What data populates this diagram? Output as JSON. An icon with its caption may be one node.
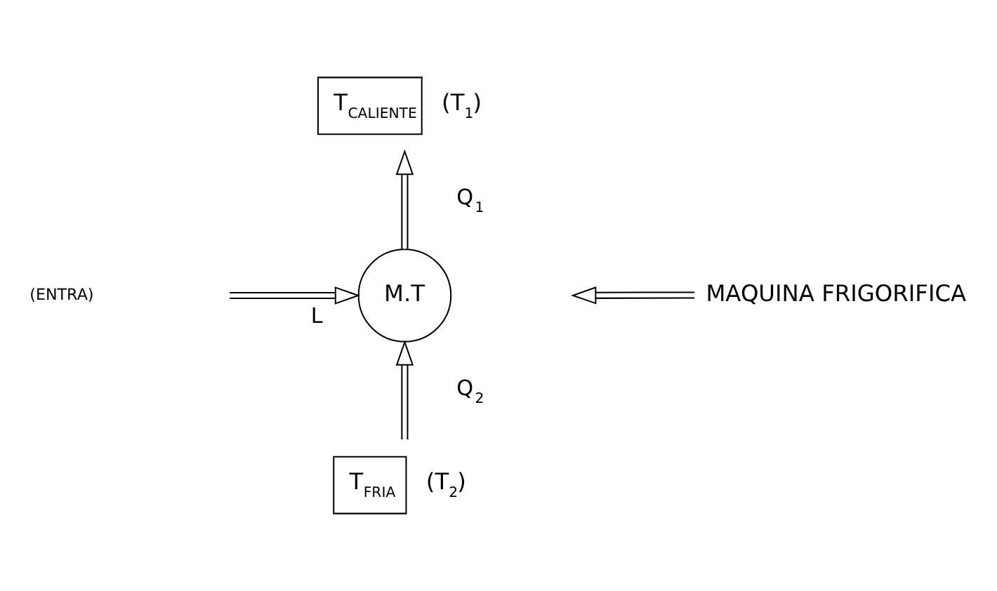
{
  "diagram": {
    "nodes": [
      {
        "text": [
          "T$_{CALIENTE}$"
        ],
        "beside": [
          "(T$_{1}$)"
        ]
      },
      {
        "text": [
          "M.T"
        ]
      },
      {
        "text": [
          "T$_{FRIA}$"
        ],
        "beside": [
          "(T$_{2}$)"
        ]
      },
      {
        "text": [
          "MAQUINA FRIGORIFICA"
        ]
      }
    ],
    "edges": [
      {
        "from": 1,
        "to": 0,
        "arrow": "to",
        "label": "Q$_{1}$"
      },
      {
        "from": 2,
        "to": 1,
        "arrow": "to",
        "label": "Q$_{2}$"
      },
      {
        "from": null,
        "to": 1,
        "arrow": "to",
        "label": "L"
      },
      {
        "from": 3,
        "to": null,
        "arrow": "to"
      }
    ],
    "labels": [
      "(ENTRA)"
    ]
  }
}
